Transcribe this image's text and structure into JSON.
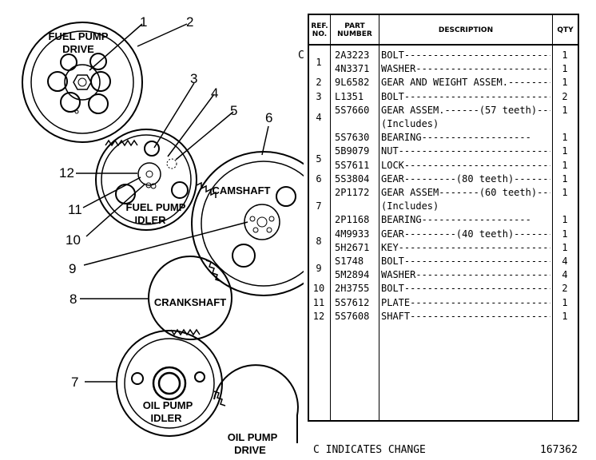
{
  "diagram": {
    "labels": {
      "fuel_pump_drive_1": "FUEL PUMP",
      "fuel_pump_drive_2": "DRIVE",
      "fuel_pump_idler_1": "FUEL PUMP",
      "fuel_pump_idler_2": "IDLER",
      "camshaft": "CAMSHAFT",
      "crankshaft": "CRANKSHAFT",
      "oil_pump_idler_1": "OIL PUMP",
      "oil_pump_idler_2": "IDLER",
      "oil_pump_drive_1": "OIL PUMP",
      "oil_pump_drive_2": "DRIVE"
    },
    "callouts": [
      "1",
      "2",
      "3",
      "4",
      "5",
      "6",
      "7",
      "8",
      "9",
      "10",
      "11",
      "12"
    ]
  },
  "table": {
    "headers": {
      "ref": [
        "REF.",
        "NO."
      ],
      "part": [
        "PART",
        "NUMBER"
      ],
      "desc": "DESCRIPTION",
      "qty": "QTY"
    },
    "rows": [
      {
        "ref": "",
        "part": "2A3223",
        "desc": "BOLT---------------------------",
        "qty": "1"
      },
      {
        "ref": "1",
        "part": "4N3371",
        "desc": "WASHER--------------------------",
        "qty": "1"
      },
      {
        "ref": "2",
        "part": "9L6582",
        "desc": "GEAR AND WEIGHT ASSEM.---------",
        "qty": "1"
      },
      {
        "ref": "3",
        "part": "L1351",
        "desc": "BOLT----------------------------",
        "qty": "2"
      },
      {
        "ref": "",
        "part": "5S7660",
        "desc": "GEAR ASSEM.------(57 teeth)----",
        "qty": "1"
      },
      {
        "ref": "4",
        "part": "",
        "desc": "    (Includes)",
        "qty": ""
      },
      {
        "ref": "",
        "part": "5S7630",
        "desc": "    BEARING-------------------",
        "qty": "1"
      },
      {
        "ref": "",
        "part": "5B9079",
        "desc": "NUT-----------------------------",
        "qty": "1"
      },
      {
        "ref": "5",
        "part": "5S7611",
        "desc": "LOCK----------------------------",
        "qty": "1"
      },
      {
        "ref": "6",
        "part": "5S3804",
        "desc": "GEAR---------(80 teeth)--------",
        "qty": "1"
      },
      {
        "ref": "",
        "part": "2P1172",
        "desc": "GEAR ASSEM-------(60 teeth)----",
        "qty": "1"
      },
      {
        "ref": "7",
        "part": "",
        "desc": "    (Includes)",
        "qty": ""
      },
      {
        "ref": "",
        "part": "2P1168",
        "desc": "    BEARING-------------------",
        "qty": "1"
      },
      {
        "ref": "",
        "part": "4M9933",
        "desc": "GEAR---------(40 teeth)--------",
        "qty": "1"
      },
      {
        "ref": "8",
        "part": "5H2671",
        "desc": "KEY-----------------------------",
        "qty": "1"
      },
      {
        "ref": "",
        "part": "S1748",
        "desc": "BOLT----------------------------",
        "qty": "4"
      },
      {
        "ref": "9",
        "part": "5M2894",
        "desc": "WASHER--------------------------",
        "qty": "4"
      },
      {
        "ref": "10",
        "part": "2H3755",
        "desc": "BOLT----------------------------",
        "qty": "2"
      },
      {
        "ref": "11",
        "part": "5S7612",
        "desc": "PLATE---------------------------",
        "qty": "1"
      },
      {
        "ref": "12",
        "part": "5S7608",
        "desc": "SHAFT---------------------------",
        "qty": "1"
      }
    ]
  },
  "change_mark": "C",
  "footer": {
    "note": "C INDICATES CHANGE",
    "id": "167362"
  }
}
